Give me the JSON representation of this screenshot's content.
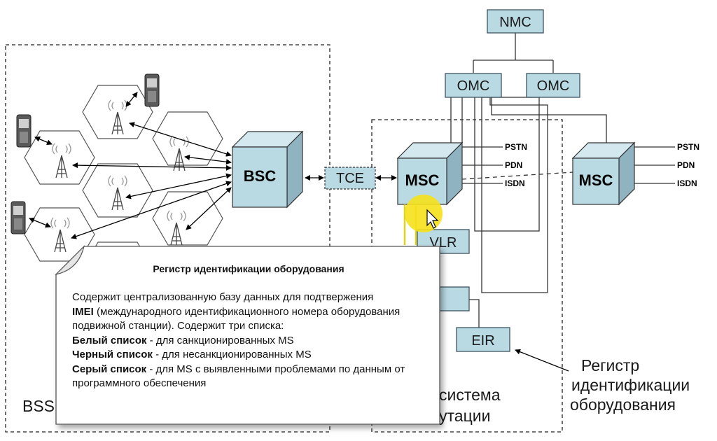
{
  "nodes": {
    "nmc": "NMC",
    "omc_left": "OMC",
    "omc_right": "OMC",
    "bsc": "BSC",
    "tce": "TCE",
    "msc_left": "MSC",
    "msc_right": "MSC",
    "vlr": "VLR",
    "eir": "EIR"
  },
  "interfaces": {
    "pstn": "PSTN",
    "pdn": "PDN",
    "isdn": "ISDN"
  },
  "regions": {
    "bss_fragment": "BSS",
    "switch_line1": "система",
    "switch_line2": "утации"
  },
  "annotation": {
    "line1": "Регистр",
    "line2": "идентификации",
    "line3": "оборудования"
  },
  "popup": {
    "title": "Регистр идентификации оборудования",
    "intro": "Содержит централизованную базу данных для подтвержения",
    "imei_term": "IMEI",
    "imei_desc": " (международного идентификационного номера оборудования подвижной станции). Содержит три списка:",
    "white_term": "Белый список",
    "white_desc": " - для санкционированных MS",
    "black_term": "Черный список",
    "black_desc": " - для несанкционированных MS",
    "grey_term": "Серый список",
    "grey_desc": " - для MS с выявленными проблемами по данным от программного обеспечения"
  },
  "colors": {
    "box_fill": "#b9d9e3",
    "box_stroke": "#3d5560",
    "cube_front": "#b9d9e3",
    "cube_top": "#d3e8ef",
    "cube_side": "#8fb3c0",
    "highlight": "#f5e11a"
  }
}
